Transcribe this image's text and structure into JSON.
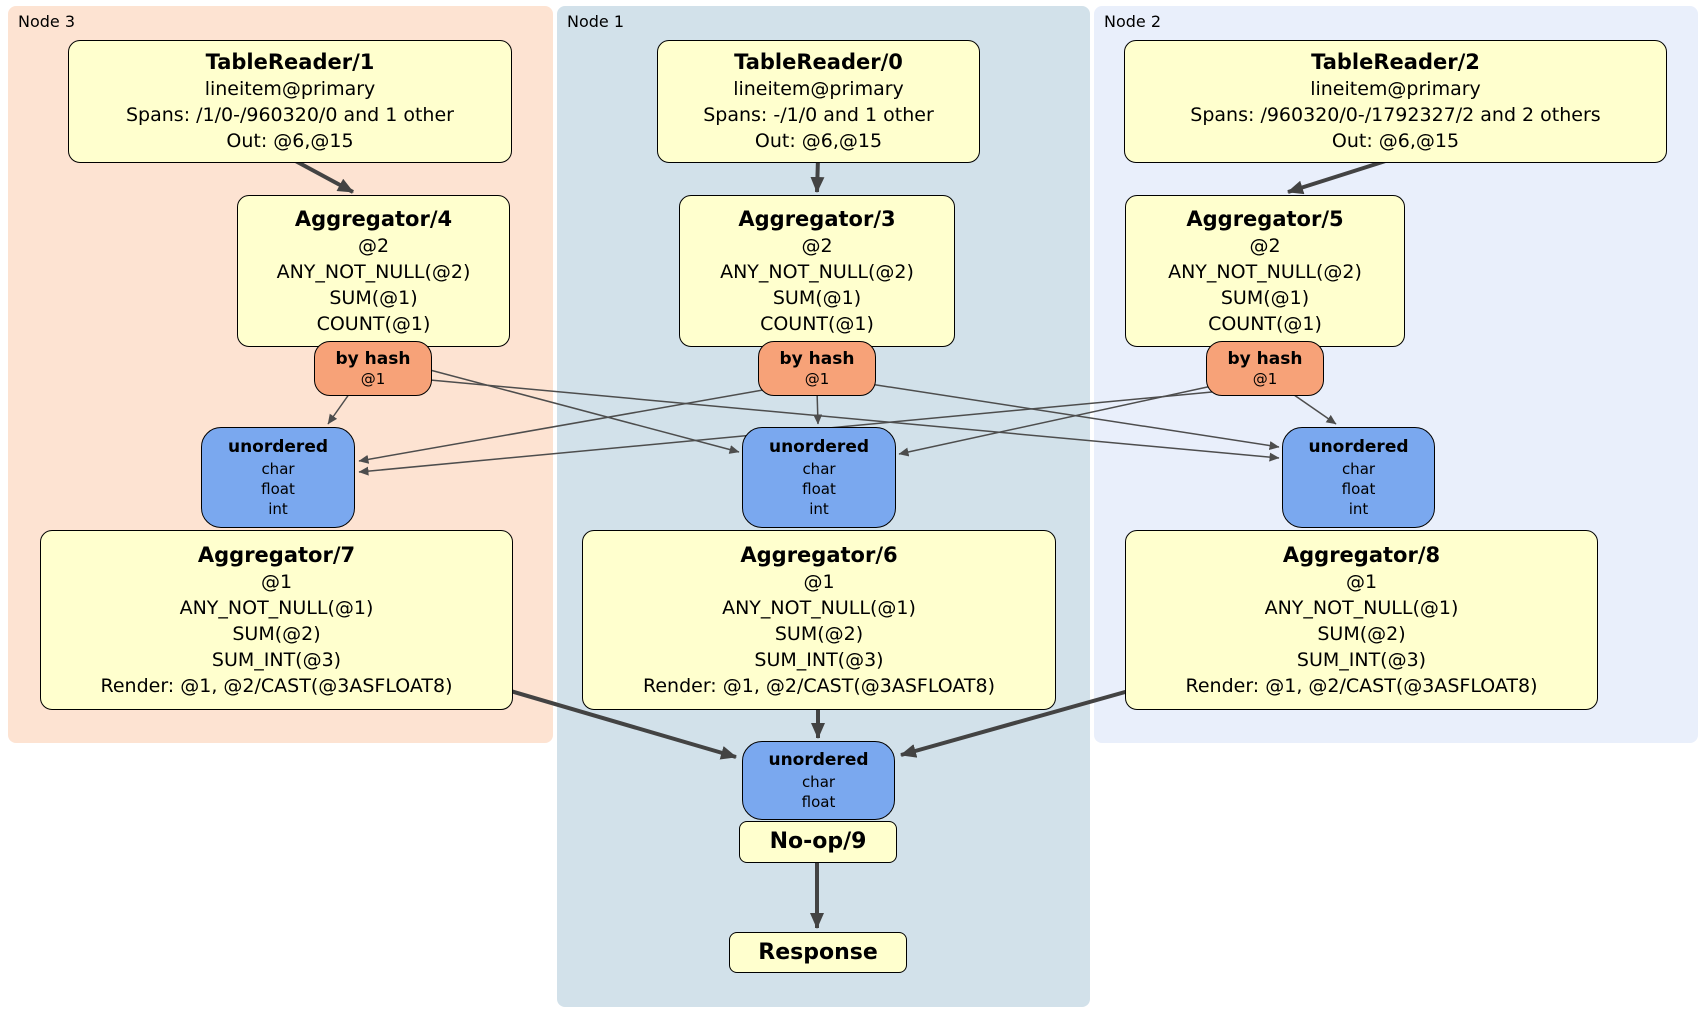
{
  "node_groups": [
    {
      "id": "node3",
      "label": "Node 3"
    },
    {
      "id": "node1",
      "label": "Node 1"
    },
    {
      "id": "node2",
      "label": "Node 2"
    }
  ],
  "boxes": {
    "tr1": {
      "title": "TableReader/1",
      "lines": [
        "lineitem@primary",
        "Spans: /1/0-/960320/0 and 1 other",
        "Out: @6,@15"
      ]
    },
    "tr0": {
      "title": "TableReader/0",
      "lines": [
        "lineitem@primary",
        "Spans: -/1/0 and 1 other",
        "Out: @6,@15"
      ]
    },
    "tr2": {
      "title": "TableReader/2",
      "lines": [
        "lineitem@primary",
        "Spans: /960320/0-/1792327/2 and 2 others",
        "Out: @6,@15"
      ]
    },
    "agg4": {
      "title": "Aggregator/4",
      "lines": [
        "@2",
        "ANY_NOT_NULL(@2)",
        "SUM(@1)",
        "COUNT(@1)"
      ]
    },
    "agg3": {
      "title": "Aggregator/3",
      "lines": [
        "@2",
        "ANY_NOT_NULL(@2)",
        "SUM(@1)",
        "COUNT(@1)"
      ]
    },
    "agg5": {
      "title": "Aggregator/5",
      "lines": [
        "@2",
        "ANY_NOT_NULL(@2)",
        "SUM(@1)",
        "COUNT(@1)"
      ]
    },
    "router4": {
      "title": "by hash",
      "lines": [
        "@1"
      ]
    },
    "router3": {
      "title": "by hash",
      "lines": [
        "@1"
      ]
    },
    "router5": {
      "title": "by hash",
      "lines": [
        "@1"
      ]
    },
    "sync7": {
      "title": "unordered",
      "lines": [
        "char",
        "float",
        "int"
      ]
    },
    "sync6": {
      "title": "unordered",
      "lines": [
        "char",
        "float",
        "int"
      ]
    },
    "sync8": {
      "title": "unordered",
      "lines": [
        "char",
        "float",
        "int"
      ]
    },
    "agg7": {
      "title": "Aggregator/7",
      "lines": [
        "@1",
        "ANY_NOT_NULL(@1)",
        "SUM(@2)",
        "SUM_INT(@3)",
        "Render: @1, @2/CAST(@3ASFLOAT8)"
      ]
    },
    "agg6": {
      "title": "Aggregator/6",
      "lines": [
        "@1",
        "ANY_NOT_NULL(@1)",
        "SUM(@2)",
        "SUM_INT(@3)",
        "Render: @1, @2/CAST(@3ASFLOAT8)"
      ]
    },
    "agg8": {
      "title": "Aggregator/8",
      "lines": [
        "@1",
        "ANY_NOT_NULL(@1)",
        "SUM(@2)",
        "SUM_INT(@3)",
        "Render: @1, @2/CAST(@3ASFLOAT8)"
      ]
    },
    "sync9": {
      "title": "unordered",
      "lines": [
        "char",
        "float"
      ]
    },
    "noop": {
      "title": "No-op/9"
    },
    "response": {
      "title": "Response"
    }
  },
  "colors": {
    "node3_bg": "#fde3d2",
    "node1_bg": "#d2e1ea",
    "node2_bg": "#e9effb",
    "box_yellow": "#ffffce",
    "router_orange": "#f7a278",
    "sync_blue": "#7aa8ef",
    "edge_thin": "#4d4d4d",
    "edge_thick": "#434343"
  }
}
